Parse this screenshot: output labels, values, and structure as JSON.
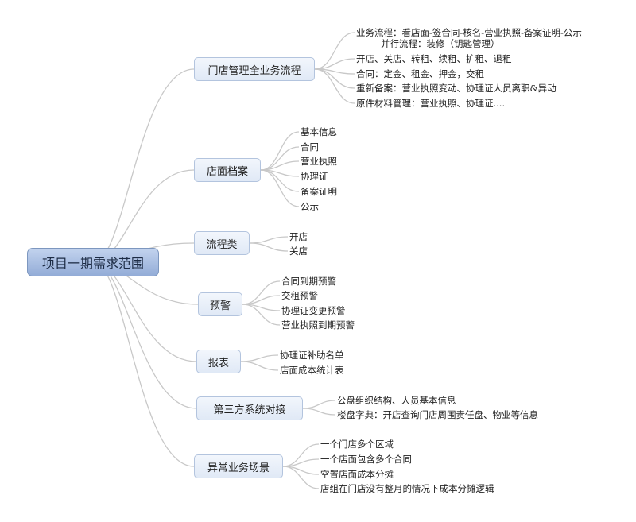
{
  "root": {
    "label": "项目一期需求范围"
  },
  "branches": [
    {
      "label": "门店管理全业务流程",
      "leaves": [
        "业务流程：看店面-签合同-核名-营业执照-备案证明-公示",
        "并行流程：装修（钥匙管理）",
        "开店、关店、转租、续租、扩租、退租",
        "合同：定金、租金、押金，交租",
        "重新备案：营业执照变动、协理证人员离职&异动",
        "原件材料管理：营业执照、协理证...."
      ]
    },
    {
      "label": "店面档案",
      "leaves": [
        "基本信息",
        "合同",
        "营业执照",
        "协理证",
        "备案证明",
        "公示"
      ]
    },
    {
      "label": "流程类",
      "leaves": [
        "开店",
        "关店"
      ]
    },
    {
      "label": "预警",
      "leaves": [
        "合同到期预警",
        "交租预警",
        "协理证变更预警",
        "营业执照到期预警"
      ]
    },
    {
      "label": "报表",
      "leaves": [
        "协理证补助名单",
        "店面成本统计表"
      ]
    },
    {
      "label": "第三方系统对接",
      "leaves": [
        "公盘组织结构、人员基本信息",
        "楼盘字典：开店查询门店周围责任盘、物业等信息"
      ]
    },
    {
      "label": "异常业务场景",
      "leaves": [
        "一个门店多个区域",
        "一个店面包含多个合同",
        "空置店面成本分摊",
        "店组在门店没有整月的情况下成本分摊逻辑"
      ]
    }
  ]
}
